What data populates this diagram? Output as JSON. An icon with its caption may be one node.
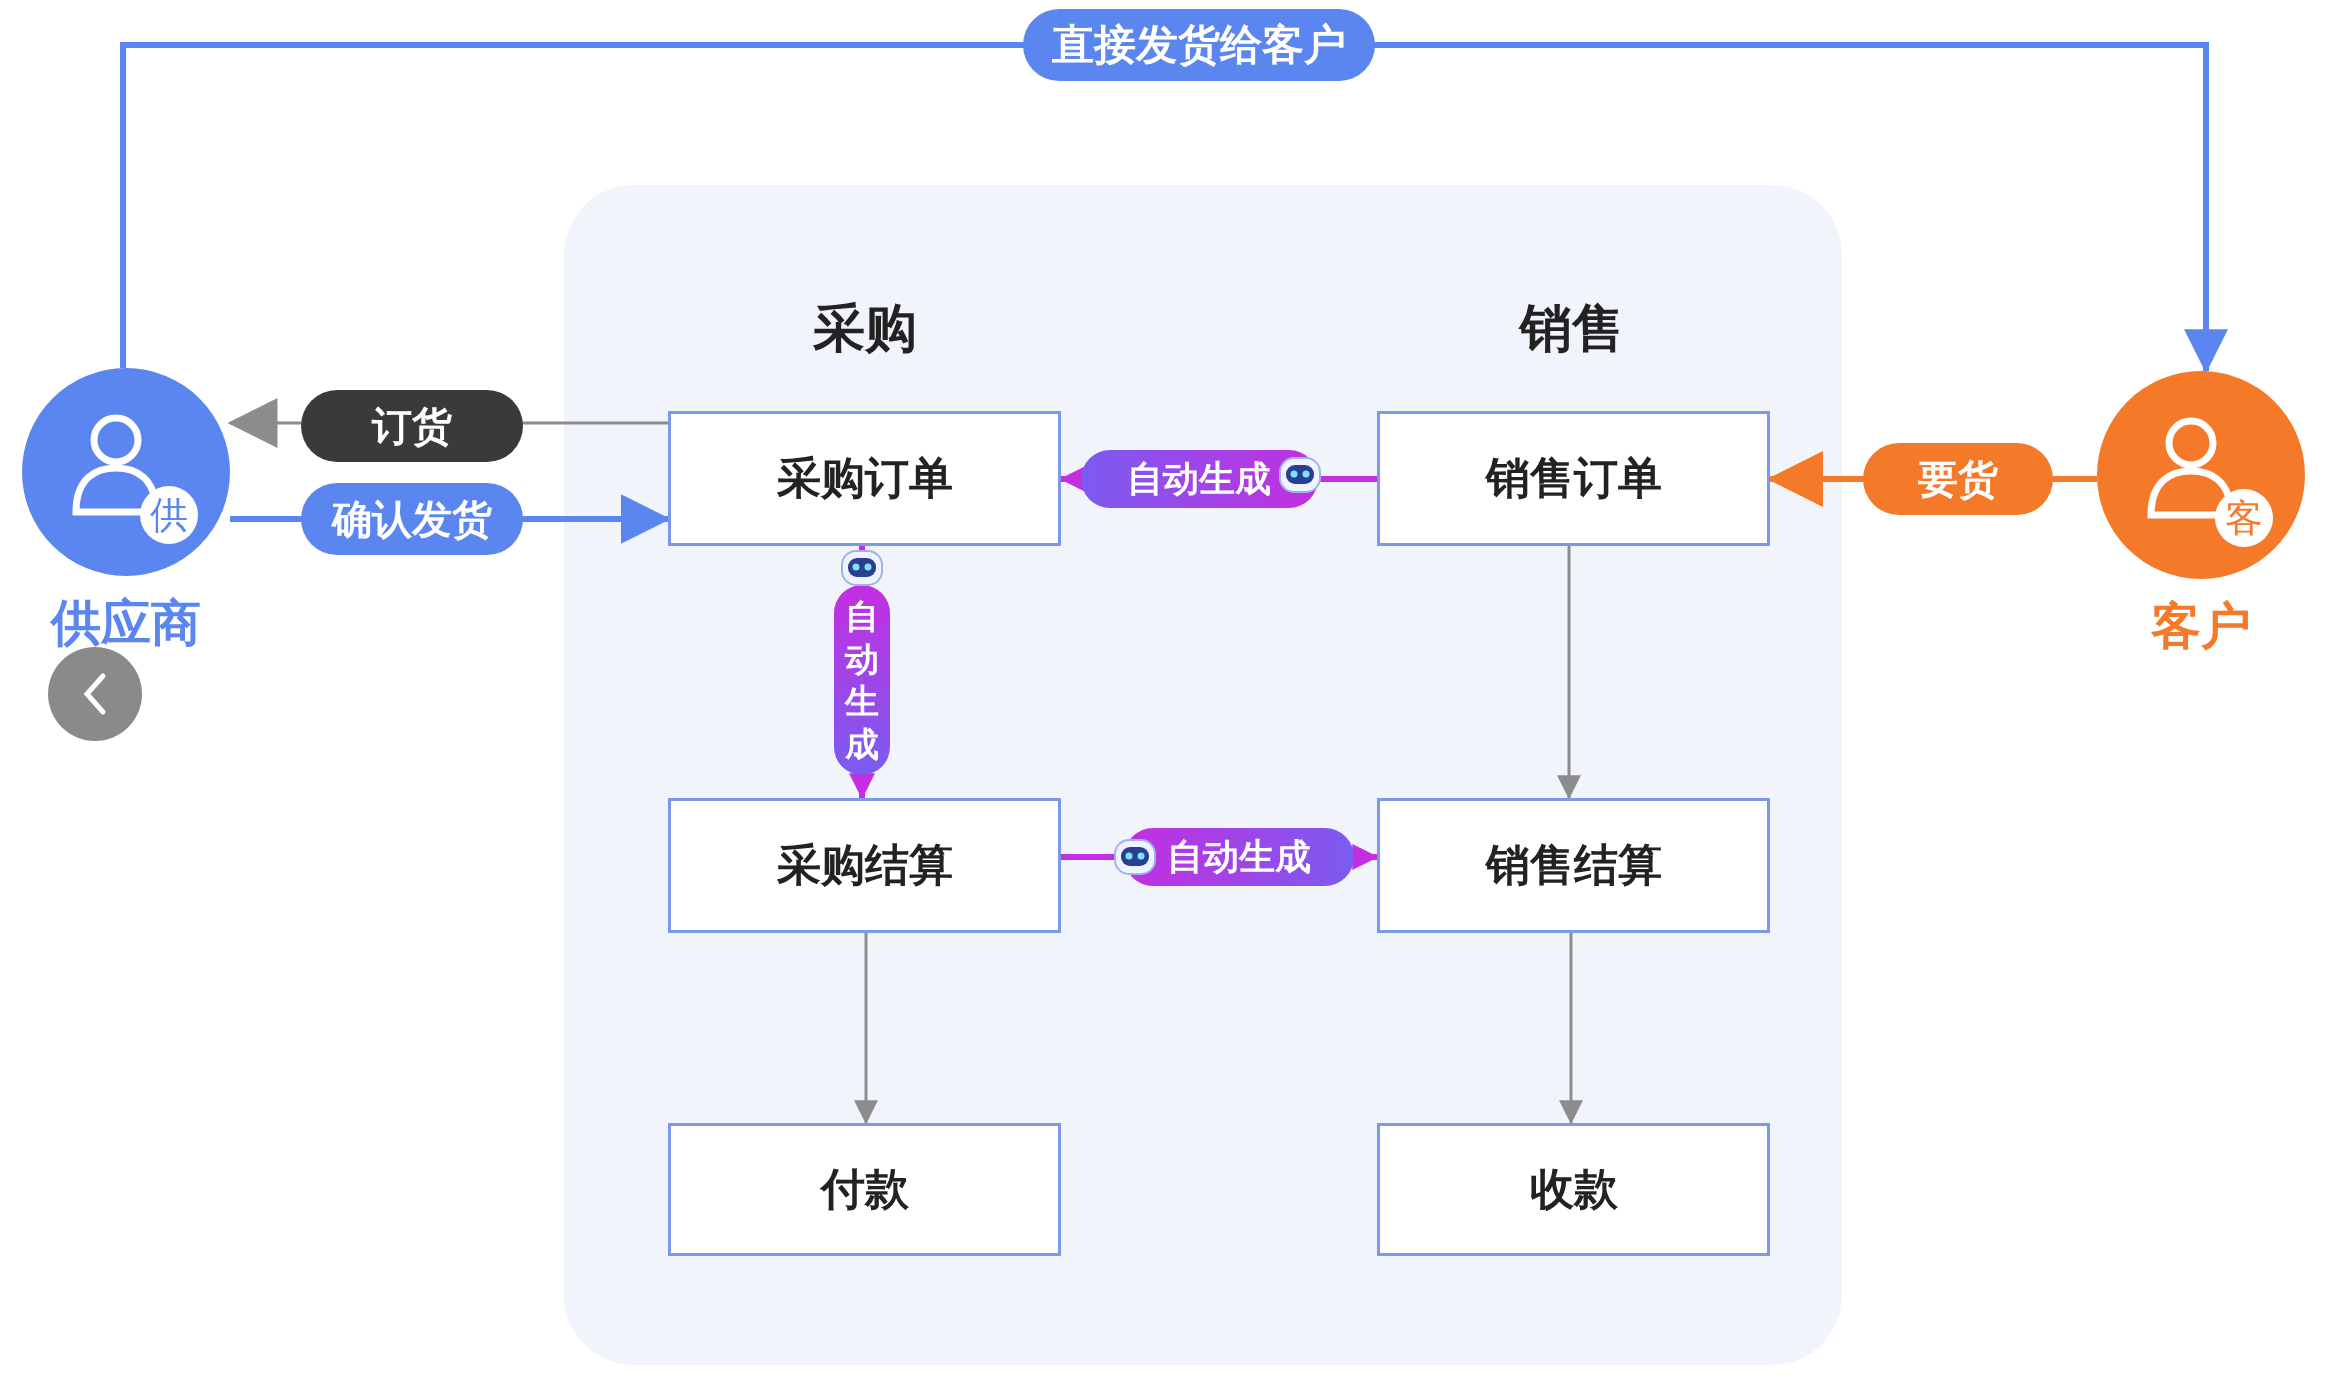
{
  "diagram": {
    "nodes": [
      {
        "text": [
          "供",
          "供应商"
        ]
      },
      {
        "text": [
          "客",
          "客户"
        ]
      },
      {
        "text": [
          "采购订单"
        ]
      },
      {
        "text": [
          "销售订单"
        ]
      },
      {
        "text": [
          "采购结算"
        ]
      },
      {
        "text": [
          "销售结算"
        ]
      },
      {
        "text": [
          "付款"
        ]
      },
      {
        "text": [
          "收款"
        ]
      }
    ],
    "edges": [
      {
        "from": 0,
        "to": 1,
        "arrow": "to",
        "label": "直接发货给客户",
        "color": "#5b86f0"
      },
      {
        "from": 2,
        "to": 0,
        "arrow": "to",
        "label": "订货"
      },
      {
        "from": 0,
        "to": 2,
        "arrow": "to",
        "label": "确认发货",
        "color": "#5b86f0"
      },
      {
        "from": 1,
        "to": 3,
        "arrow": "to",
        "label": "要货",
        "color": "#f47a2a"
      },
      {
        "from": 3,
        "to": 2,
        "arrow": "to",
        "label": "自动生成",
        "color": "#c42ee0"
      },
      {
        "from": 2,
        "to": 4,
        "arrow": "to",
        "label": "自动生成",
        "color": "#c42ee0"
      },
      {
        "from": 4,
        "to": 5,
        "arrow": "to",
        "label": "自动生成",
        "color": "#c42ee0"
      },
      {
        "from": 3,
        "to": 5,
        "arrow": "to"
      },
      {
        "from": 4,
        "to": 6,
        "arrow": "to"
      },
      {
        "from": 5,
        "to": 7,
        "arrow": "to"
      }
    ],
    "labels": [
      "采购",
      "销售"
    ]
  }
}
